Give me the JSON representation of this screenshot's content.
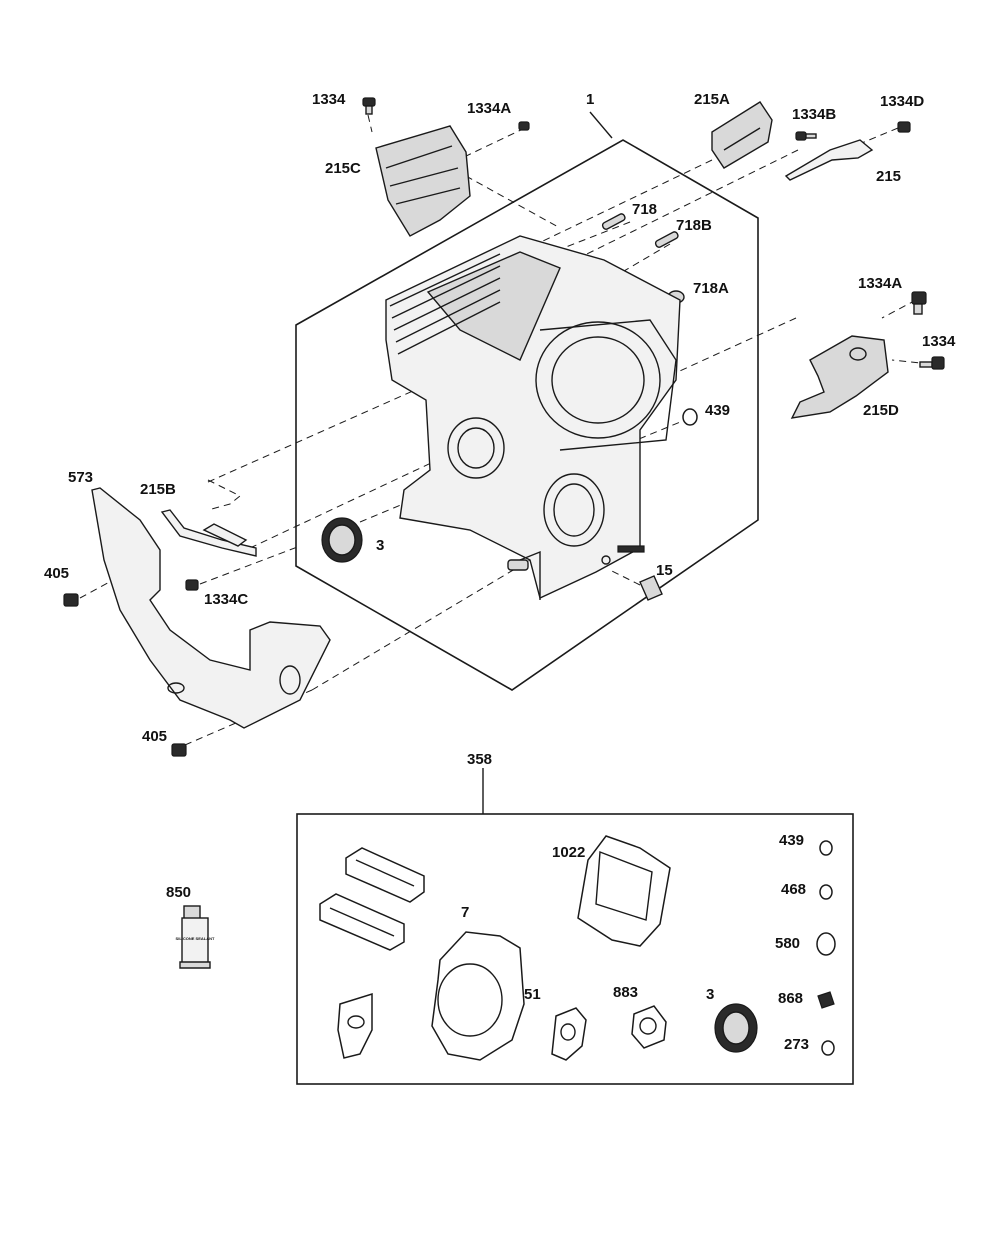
{
  "diagram": {
    "labels": {
      "l1334_top": "1334",
      "l1334a_top": "1334A",
      "l1": "1",
      "l215a": "215A",
      "l1334b": "1334B",
      "l1334d": "1334D",
      "l215c": "215C",
      "l215": "215",
      "l718": "718",
      "l718b": "718B",
      "l718a": "718A",
      "l1334a_right": "1334A",
      "l1334_right": "1334",
      "l439": "439",
      "l215d": "215D",
      "l573": "573",
      "l215b": "215B",
      "l3": "3",
      "l405_top": "405",
      "l1334c": "1334C",
      "l15": "15",
      "l405_bottom": "405",
      "l358": "358",
      "l850": "850",
      "kit_1022": "1022",
      "kit_7": "7",
      "kit_51": "51",
      "kit_883": "883",
      "kit_3": "3",
      "kit_439": "439",
      "kit_468": "468",
      "kit_580": "580",
      "kit_868": "868",
      "kit_273": "273",
      "tube_text": "SILICONE SEALANT"
    }
  }
}
